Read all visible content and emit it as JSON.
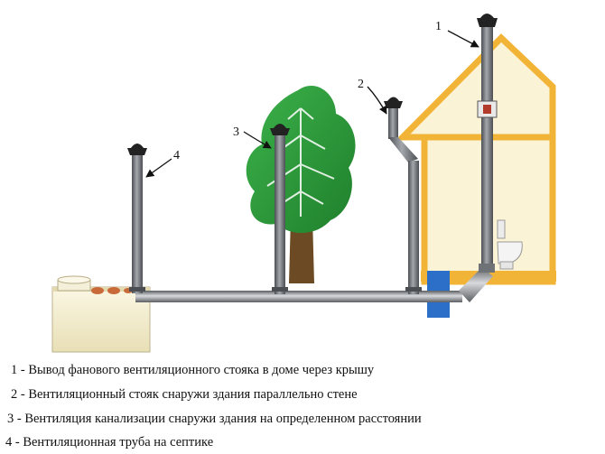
{
  "callouts": {
    "c1": "1",
    "c2": "2",
    "c3": "3",
    "c4": "4"
  },
  "legend": {
    "items": [
      "1 - Вывод фанового вентиляционного стояка в доме через крышу",
      "2 - Вентиляционный стояк снаружи здания параллельно стене",
      "3 - Вентиляция канализации снаружи здания на определенном расстоянии",
      "4 - Вентиляционная труба на септике"
    ]
  },
  "colors": {
    "pipe": "#8f9296",
    "pipe_dark": "#4b4e52",
    "house_wall": "#fbf3d6",
    "house_trim": "#f2b437",
    "tree_crown": "#2e9a3a",
    "trunk": "#6b4a24",
    "septic_tank": "#f6f0d4",
    "drain_box": "#2c6fc8"
  }
}
